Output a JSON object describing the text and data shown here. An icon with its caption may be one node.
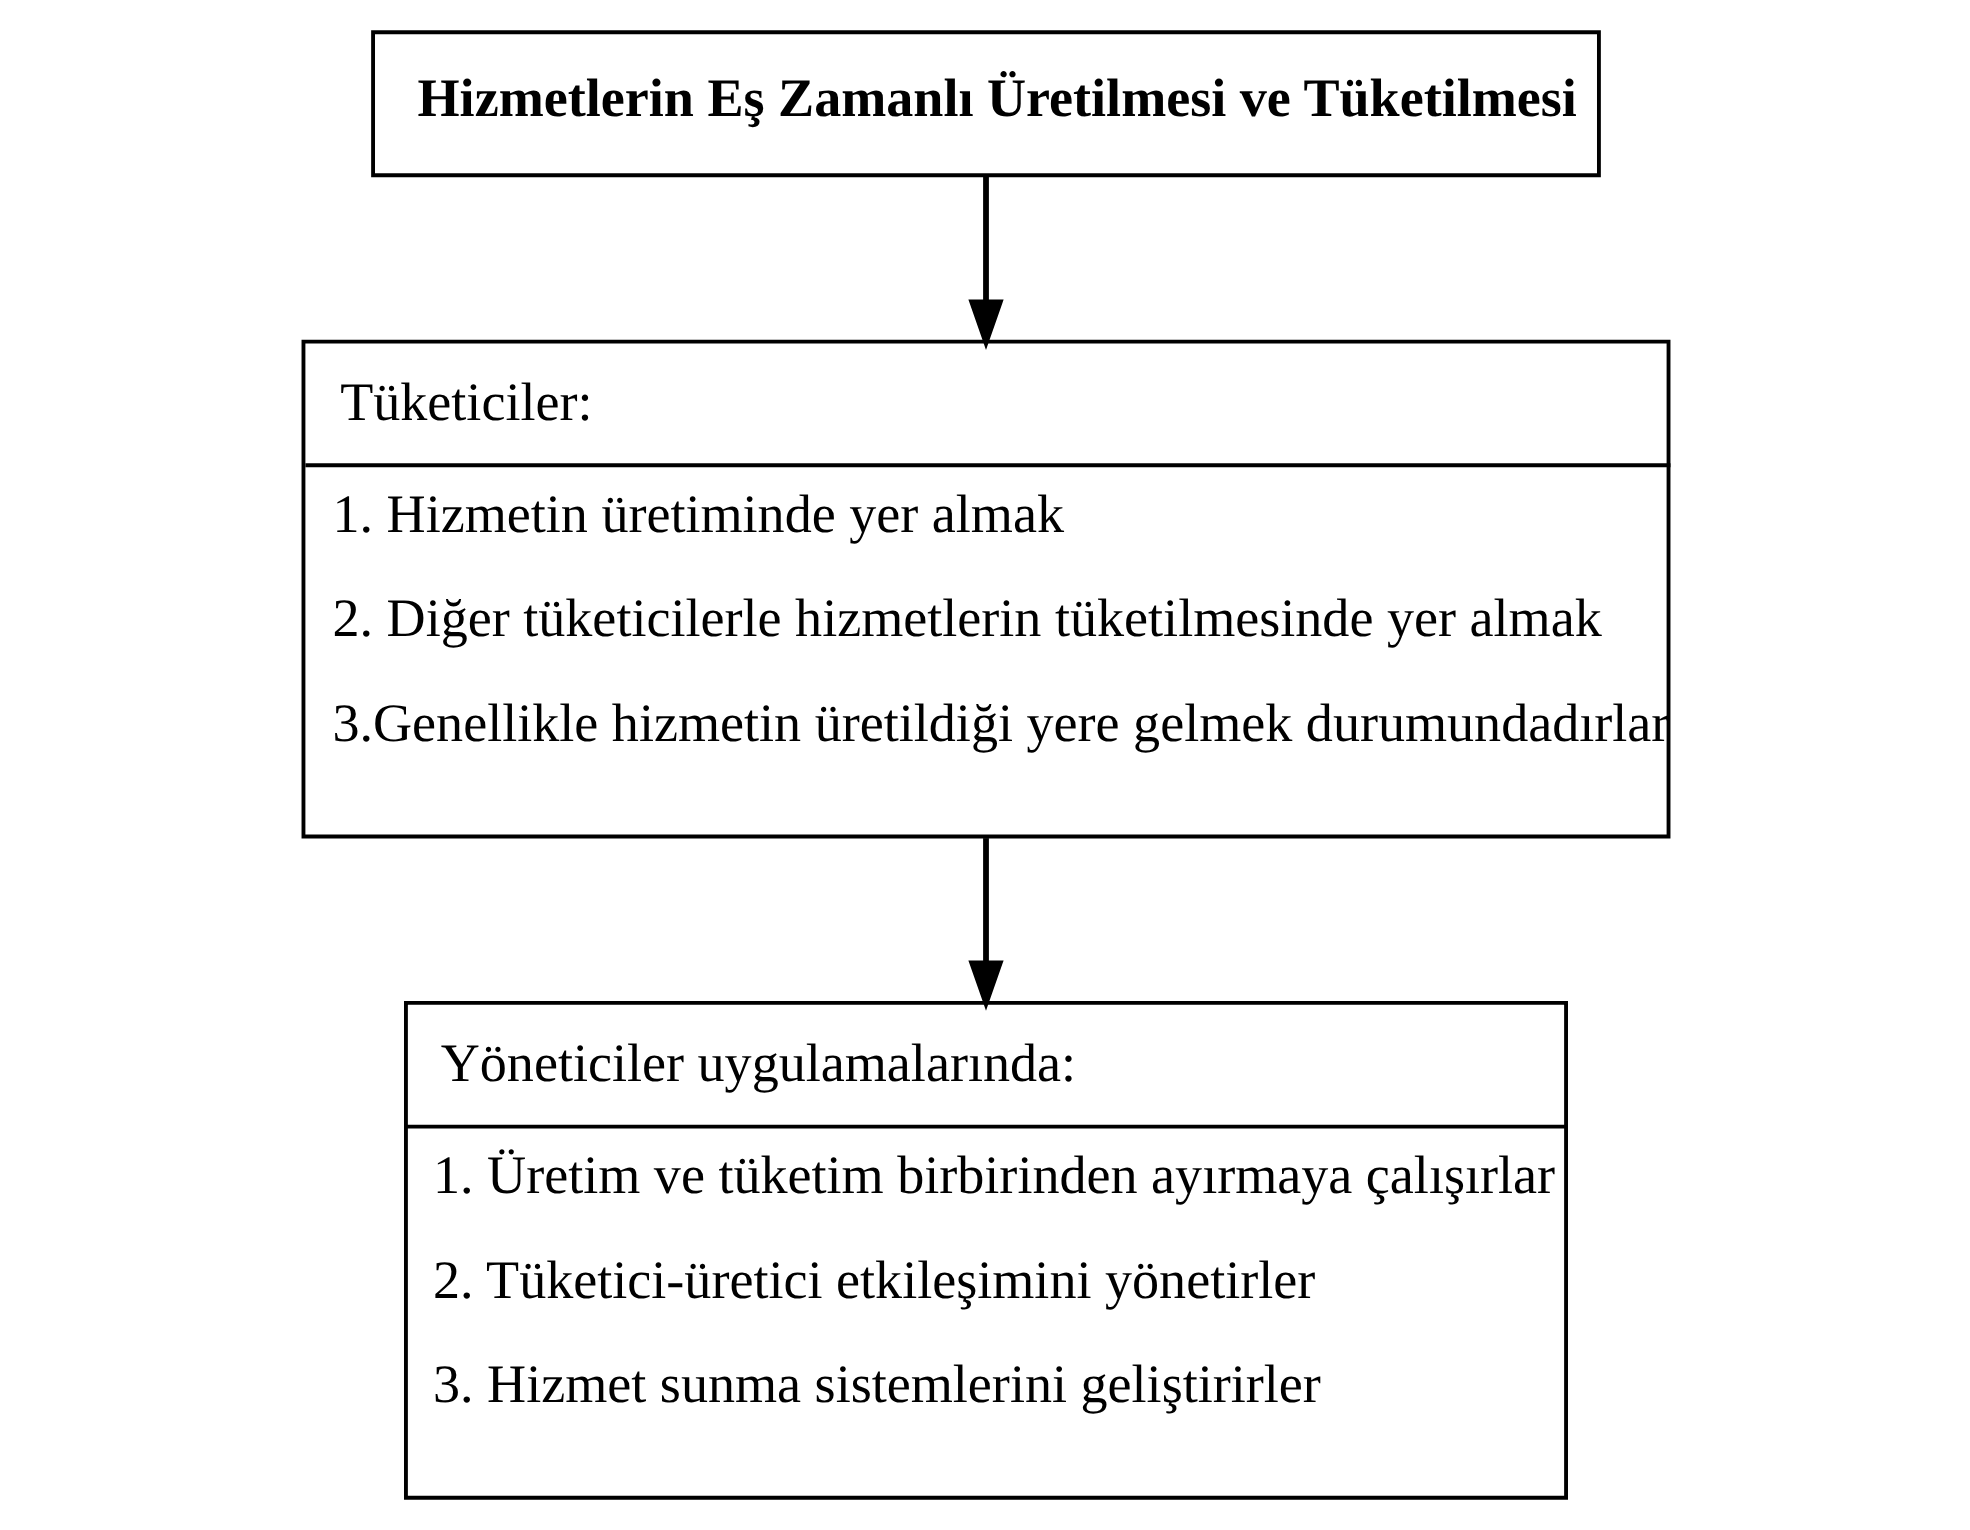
{
  "diagram": {
    "nodes": [
      {
        "text": [
          "Hizmetlerin Eş Zamanlı Üretilmesi ve Tüketilmesi"
        ]
      },
      {
        "text": [
          "Tüketiciler:",
          "1. Hizmetin üretiminde yer almak",
          "2. Diğer tüketicilerle hizmetlerin tüketilmesinde yer almak",
          "3.Genellikle hizmetin üretildiği yere gelmek durumundadırlar"
        ]
      },
      {
        "text": [
          "Yöneticiler uygulamalarında:",
          "1. Üretim ve tüketim birbirinden ayırmaya çalışırlar",
          "2. Tüketici-üretici etkileşimini yönetirler",
          "3. Hizmet sunma sistemlerini geliştirirler"
        ]
      }
    ],
    "edges": [
      {
        "from": 0,
        "to": 1,
        "arrow": "to"
      },
      {
        "from": 1,
        "to": 2,
        "arrow": "to"
      }
    ]
  }
}
